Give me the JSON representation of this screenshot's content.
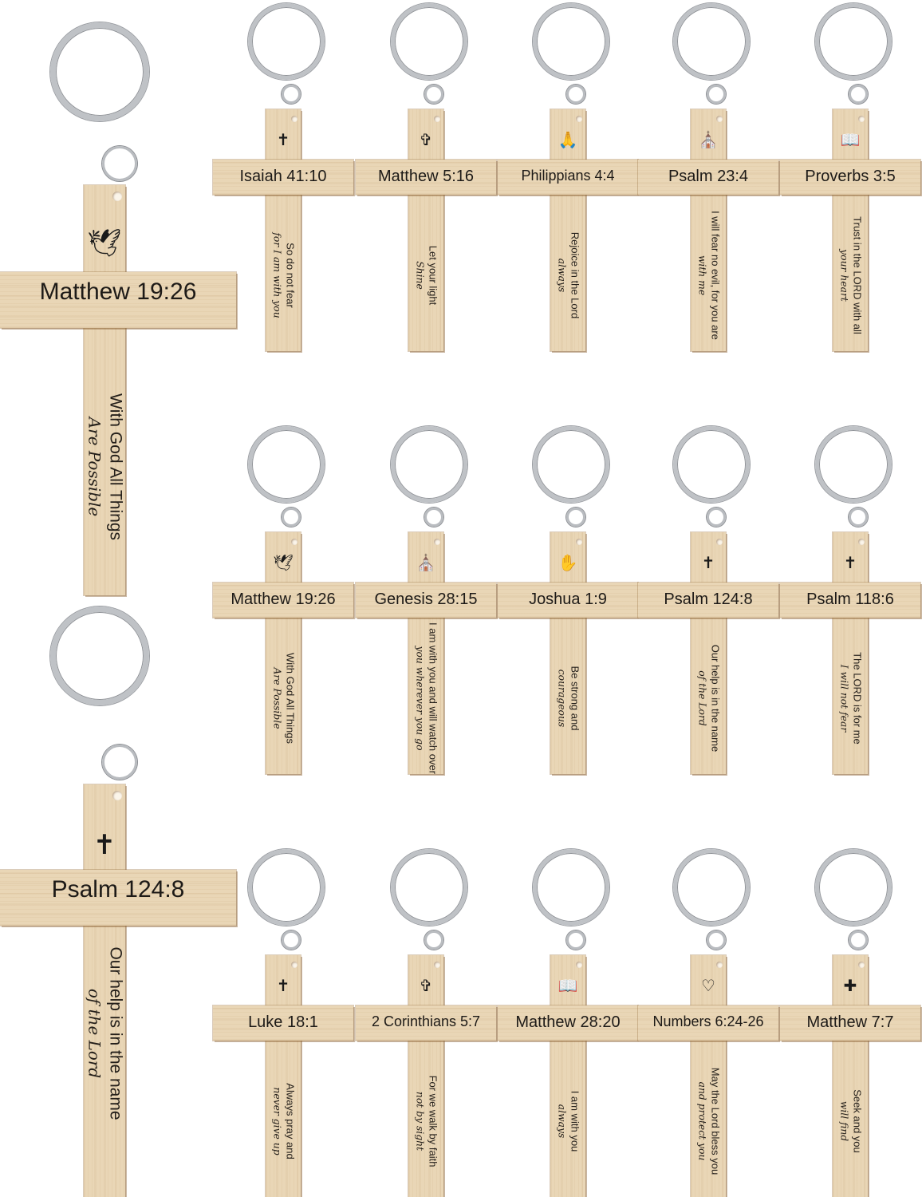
{
  "keychains": [
    {
      "id": "big-matthew",
      "ref": "Matthew 19:26",
      "line1": "With God All Things",
      "line2": "Are Possible",
      "icon": "dove-bible-icon",
      "glyph": "🕊"
    },
    {
      "id": "big-psalm",
      "ref": "Psalm 124:8",
      "line1": "Our help is in the name",
      "line2": "of the Lord",
      "icon": "bible-cross-icon",
      "glyph": "✝"
    },
    {
      "id": "isaiah",
      "ref": "Isaiah 41:10",
      "line1": "So do not fear",
      "line2": "for I am with you",
      "icon": "fish-cross-icon",
      "glyph": "✝"
    },
    {
      "id": "matthew516",
      "ref": "Matthew 5:16",
      "line1": "Let your light",
      "line2": "Shine",
      "icon": "cross-candles-icon",
      "glyph": "✞"
    },
    {
      "id": "philippians",
      "ref": "Philippians 4:4",
      "line1": "Rejoice in the Lord",
      "line2": "always",
      "icon": "praying-hands-icon",
      "glyph": "🙏"
    },
    {
      "id": "psalm234",
      "ref": "Psalm 23:4",
      "line1": "I will fear no evil, for you are",
      "line2": "with me",
      "icon": "church-window-icon",
      "glyph": "⛪"
    },
    {
      "id": "proverbs",
      "ref": "Proverbs 3:5",
      "line1": "Trust in the LORD with all",
      "line2": "your heart",
      "icon": "bible-book-icon",
      "glyph": "📖"
    },
    {
      "id": "matthew1926",
      "ref": "Matthew 19:26",
      "line1": "With God All Things",
      "line2": "Are Possible",
      "icon": "dove-bible-icon",
      "glyph": "🕊"
    },
    {
      "id": "genesis",
      "ref": "Genesis 28:15",
      "line1": "I am with you and will watch over",
      "line2": "you wherever you go",
      "icon": "church-icon",
      "glyph": "⛪"
    },
    {
      "id": "joshua",
      "ref": "Joshua 1:9",
      "line1": "Be strong and",
      "line2": "courageous",
      "icon": "hands-cross-icon",
      "glyph": "✋"
    },
    {
      "id": "psalm1248",
      "ref": "Psalm 124:8",
      "line1": "Our help is in the name",
      "line2": "of the Lord",
      "icon": "bible-cross-icon",
      "glyph": "✝"
    },
    {
      "id": "psalm1186",
      "ref": "Psalm 118:6",
      "line1": "The LORD is for me",
      "line2": "I will not fear",
      "icon": "cross-arch-icon",
      "glyph": "✝"
    },
    {
      "id": "luke",
      "ref": "Luke 18:1",
      "line1": "Always pray and",
      "line2": "never give up",
      "icon": "cross-bible-icon",
      "glyph": "✝"
    },
    {
      "id": "corinthians",
      "ref": "2 Corinthians 5:7",
      "line1": "For we walk by faith",
      "line2": "not by sight",
      "icon": "cross-path-icon",
      "glyph": "✞"
    },
    {
      "id": "matthew2820",
      "ref": "Matthew 28:20",
      "line1": "I am with you",
      "line2": "always",
      "icon": "bible-light-icon",
      "glyph": "📖"
    },
    {
      "id": "numbers",
      "ref": "Numbers 6:24-26",
      "line1": "May the Lord bless you",
      "line2": "and protect you",
      "icon": "heart-cross-icon",
      "glyph": "♡"
    },
    {
      "id": "matthew77",
      "ref": "Matthew 7:7",
      "line1": "Seek and you",
      "line2": "will find",
      "icon": "dove-cross-icon",
      "glyph": "✚"
    }
  ]
}
